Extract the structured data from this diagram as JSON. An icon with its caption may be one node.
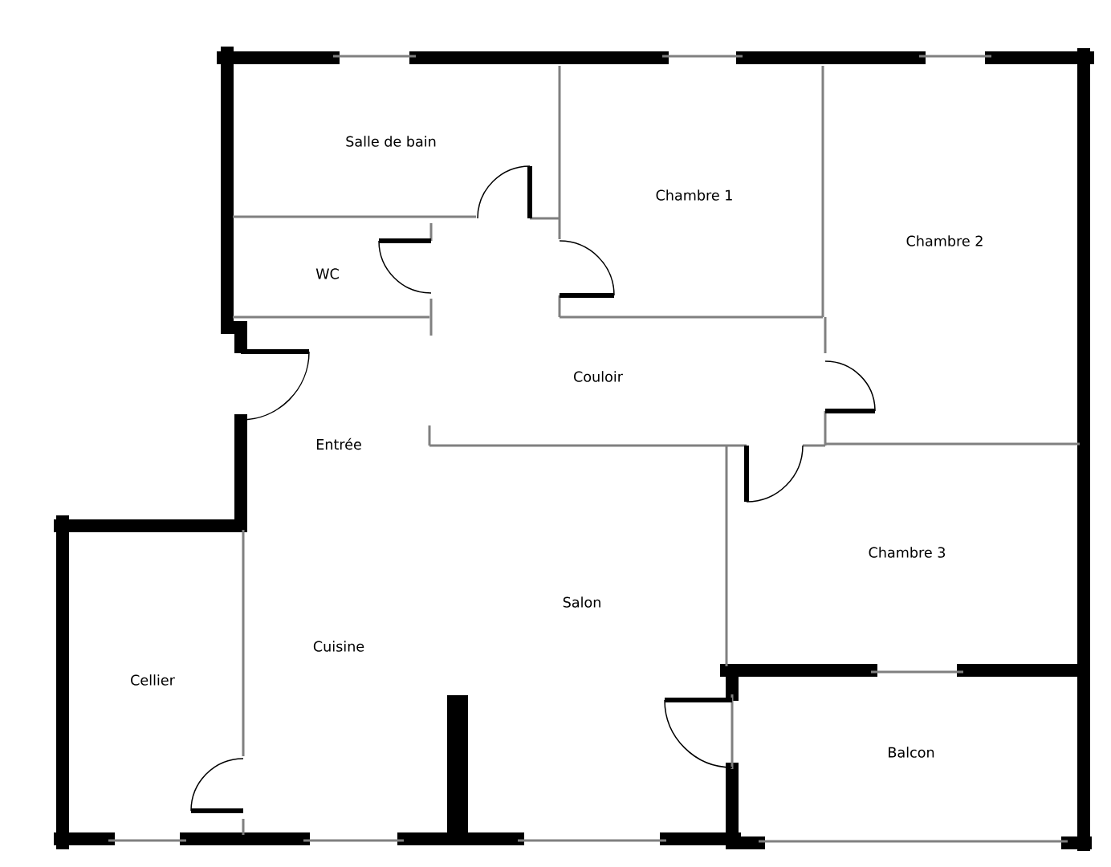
{
  "diagram": {
    "labels": [
      "Salle de bain",
      "Chambre 1",
      "Chambre 2",
      "WC",
      "Couloir",
      "Entrée",
      "Chambre 3",
      "Salon",
      "Cuisine",
      "Cellier",
      "Balcon"
    ]
  }
}
